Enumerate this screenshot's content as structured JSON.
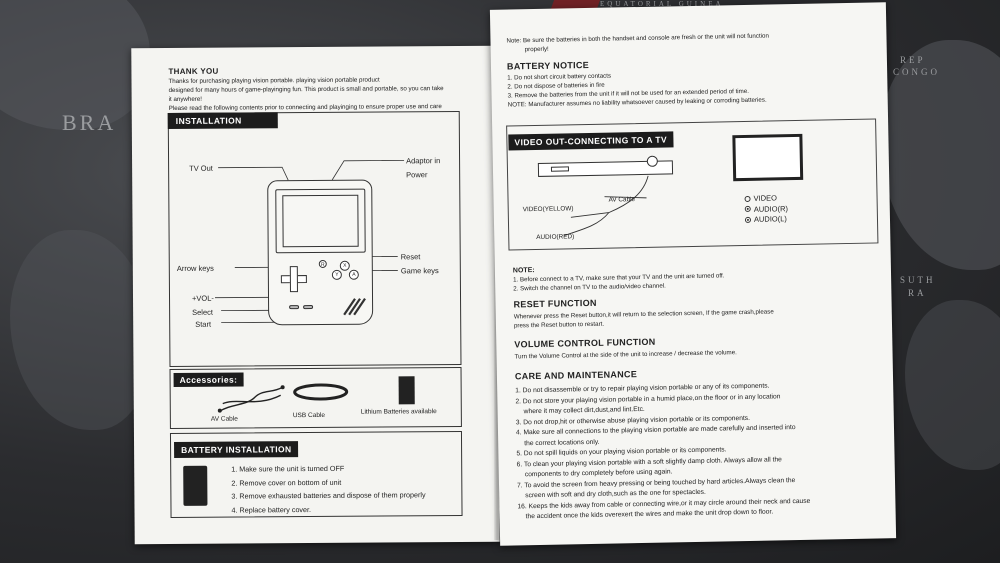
{
  "left": {
    "thank_title": "THANK YOU",
    "thank_lines": [
      "Thanks for purchasing playing vision portable. playing vision portable product",
      "designed for many hours of game-playinging fun. This product is small and portable, so you can take",
      "it anywhere!",
      "Please read the following contents prior to connecting and playinging to ensure proper use and care"
    ],
    "installation_tab": "INSTALLATION",
    "labels": {
      "tv_out": "TV Out",
      "adaptor_in": "Adaptor in",
      "power": "Power",
      "reset": "Reset",
      "arrow_keys": "Arrow keys",
      "game_keys": "Game keys",
      "vol": "+VOL-",
      "select": "Select",
      "start": "Start"
    },
    "button_letters": {
      "r": "R",
      "x": "X",
      "y": "Y",
      "a": "A"
    },
    "accessories": {
      "title": "Accessories:",
      "av_cable": "AV Cable",
      "usb_cable": "USB Cable",
      "batteries": "Lithium Batteries available"
    },
    "battery_install": {
      "title": "BATTERY INSTALLATION",
      "steps": [
        "1. Make sure the unit is turned OFF",
        "2. Remove cover on bottom of unit",
        "3. Remove exhausted batteries and dispose of them properly",
        "4. Replace battery cover."
      ]
    }
  },
  "right": {
    "note_top": "Note: Be sure the batteries in both the handset and console are fresh or the unit will not function",
    "note_top2": "properly!",
    "battery_notice_title": "BATTERY NOTICE",
    "battery_notice": [
      "1. Do not short circuit battery contacts",
      "2. Do not dispose of batteries in fire",
      "3. Remove the batteries from the unit if it will not be used for an extended period of time.",
      "NOTE: Manufacturer assumes no liability whatsoever caused by leaking or corroding batteries."
    ],
    "video_tab": "VIDEO OUT-CONNECTING TO A TV",
    "video_yellow": "VIDEO(YELLOW)",
    "av_cable": "AV Cable",
    "audio_red": "AUDIO(RED)",
    "tv_inputs": [
      "VIDEO",
      "AUDIO(R)",
      "AUDIO(L)"
    ],
    "note_title": "NOTE:",
    "note_lines": [
      "1.  Before connect to a TV, make sure that your TV and the unit are turned off.",
      "2.  Switch the channel on TV to the audio/video channel."
    ],
    "reset_title": "RESET FUNCTION",
    "reset_lines": [
      "Whenever press the Reset button,it will return to the selection screen, If the game crash,please",
      "press the Reset button to restart."
    ],
    "volume_title": "VOLUME CONTROL FUNCTION",
    "volume_line": "Turn the Volume Control at the side of the unit to increase / decrease the volume.",
    "care_title": "CARE AND MAINTENANCE",
    "care_items": [
      "1. Do not disassemble or try to repair playing vision portable or any of its components.",
      "2. Do not store your playing vision portable in a humid place,on the floor or in any location",
      "where it may collect dirt,dust,and lint.Etc.",
      "3. Do not drop,hit or otherwise abuse playing vision portable or its components.",
      "4. Make sure all connections to the playing vision portable are made carefully and inserted into",
      "the correct locations only.",
      "5. Do not spill liquids on your playing vision portable or its components.",
      "6. To clean your playing vision portable with a soft slightly damp cloth. Always allow all the",
      "components to dry completely before using again.",
      "7. To avoid the screen from heavy pressing or being touched by hard articles.Always clean the",
      "screen with soft and dry cloth,such as the one for spectacles.",
      "16. Keeps the kids away from cable or connecting wire,or it may circle around their neck and cause",
      "the accident once the kids overexert the wires and make the unit drop down to floor."
    ]
  },
  "background": {
    "word_left": "BRA",
    "word_top": "EQUATORIAL GUINEA",
    "word_right1": "REP",
    "word_right2": "CONGO",
    "word_right3": "SUTH",
    "word_right4": "RA"
  }
}
